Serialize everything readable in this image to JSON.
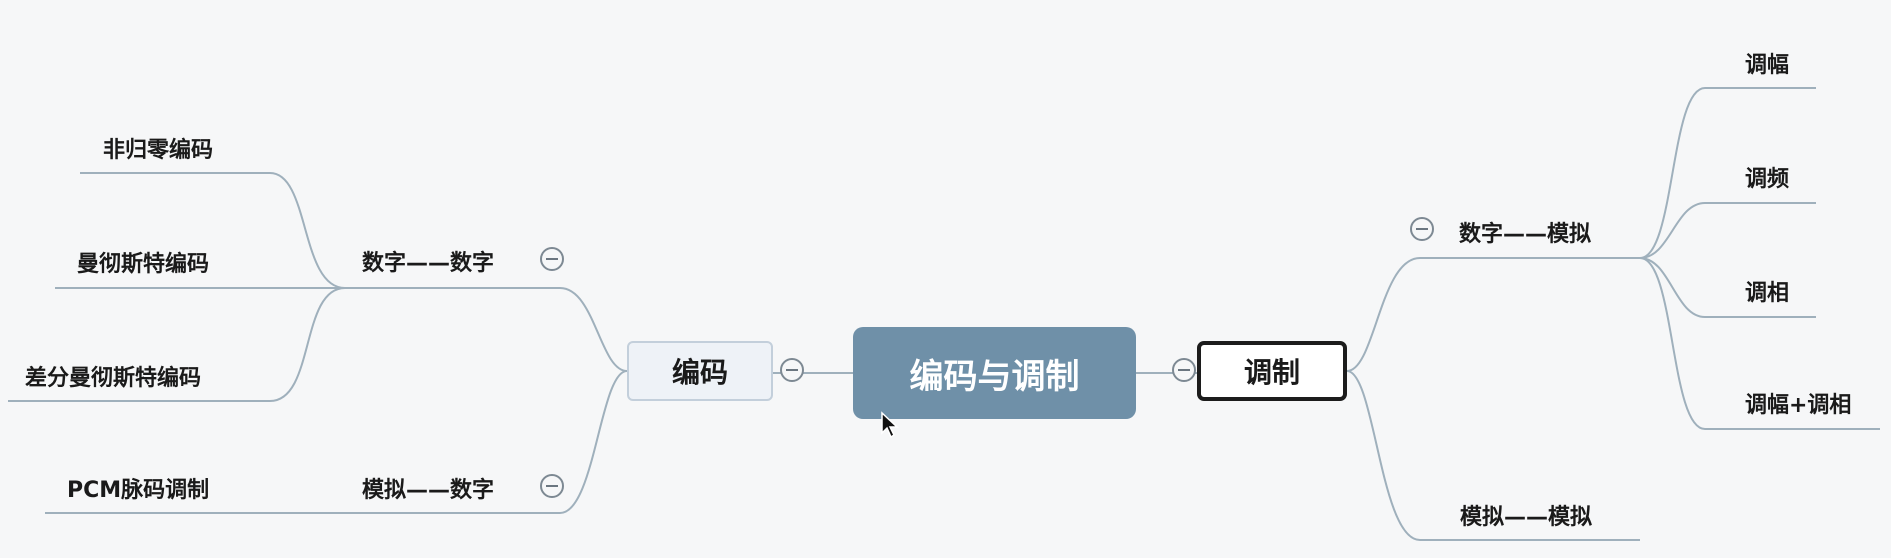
{
  "central": {
    "label": "编码与调制"
  },
  "left": {
    "label": "编码",
    "groups": [
      {
        "label": "数字——数字",
        "children": [
          "非归零编码",
          "曼彻斯特编码",
          "差分曼彻斯特编码"
        ]
      },
      {
        "label": "模拟——数字",
        "children": [
          "PCM脉码调制"
        ]
      }
    ]
  },
  "right": {
    "label": "调制",
    "groups": [
      {
        "label": "数字——模拟",
        "children": [
          "调幅",
          "调频",
          "调相",
          "调幅+调相"
        ]
      },
      {
        "label": "模拟——模拟",
        "children": []
      }
    ]
  },
  "colors": {
    "background": "#f6f7f8",
    "central_fill": "#6f90a8",
    "connector": "#9fb0bc",
    "main_left_fill": "#eef2f7",
    "main_right_border": "#1c1c1c"
  },
  "icons": {
    "collapse": "collapse-minus-icon",
    "cursor": "mouse-pointer-icon"
  }
}
